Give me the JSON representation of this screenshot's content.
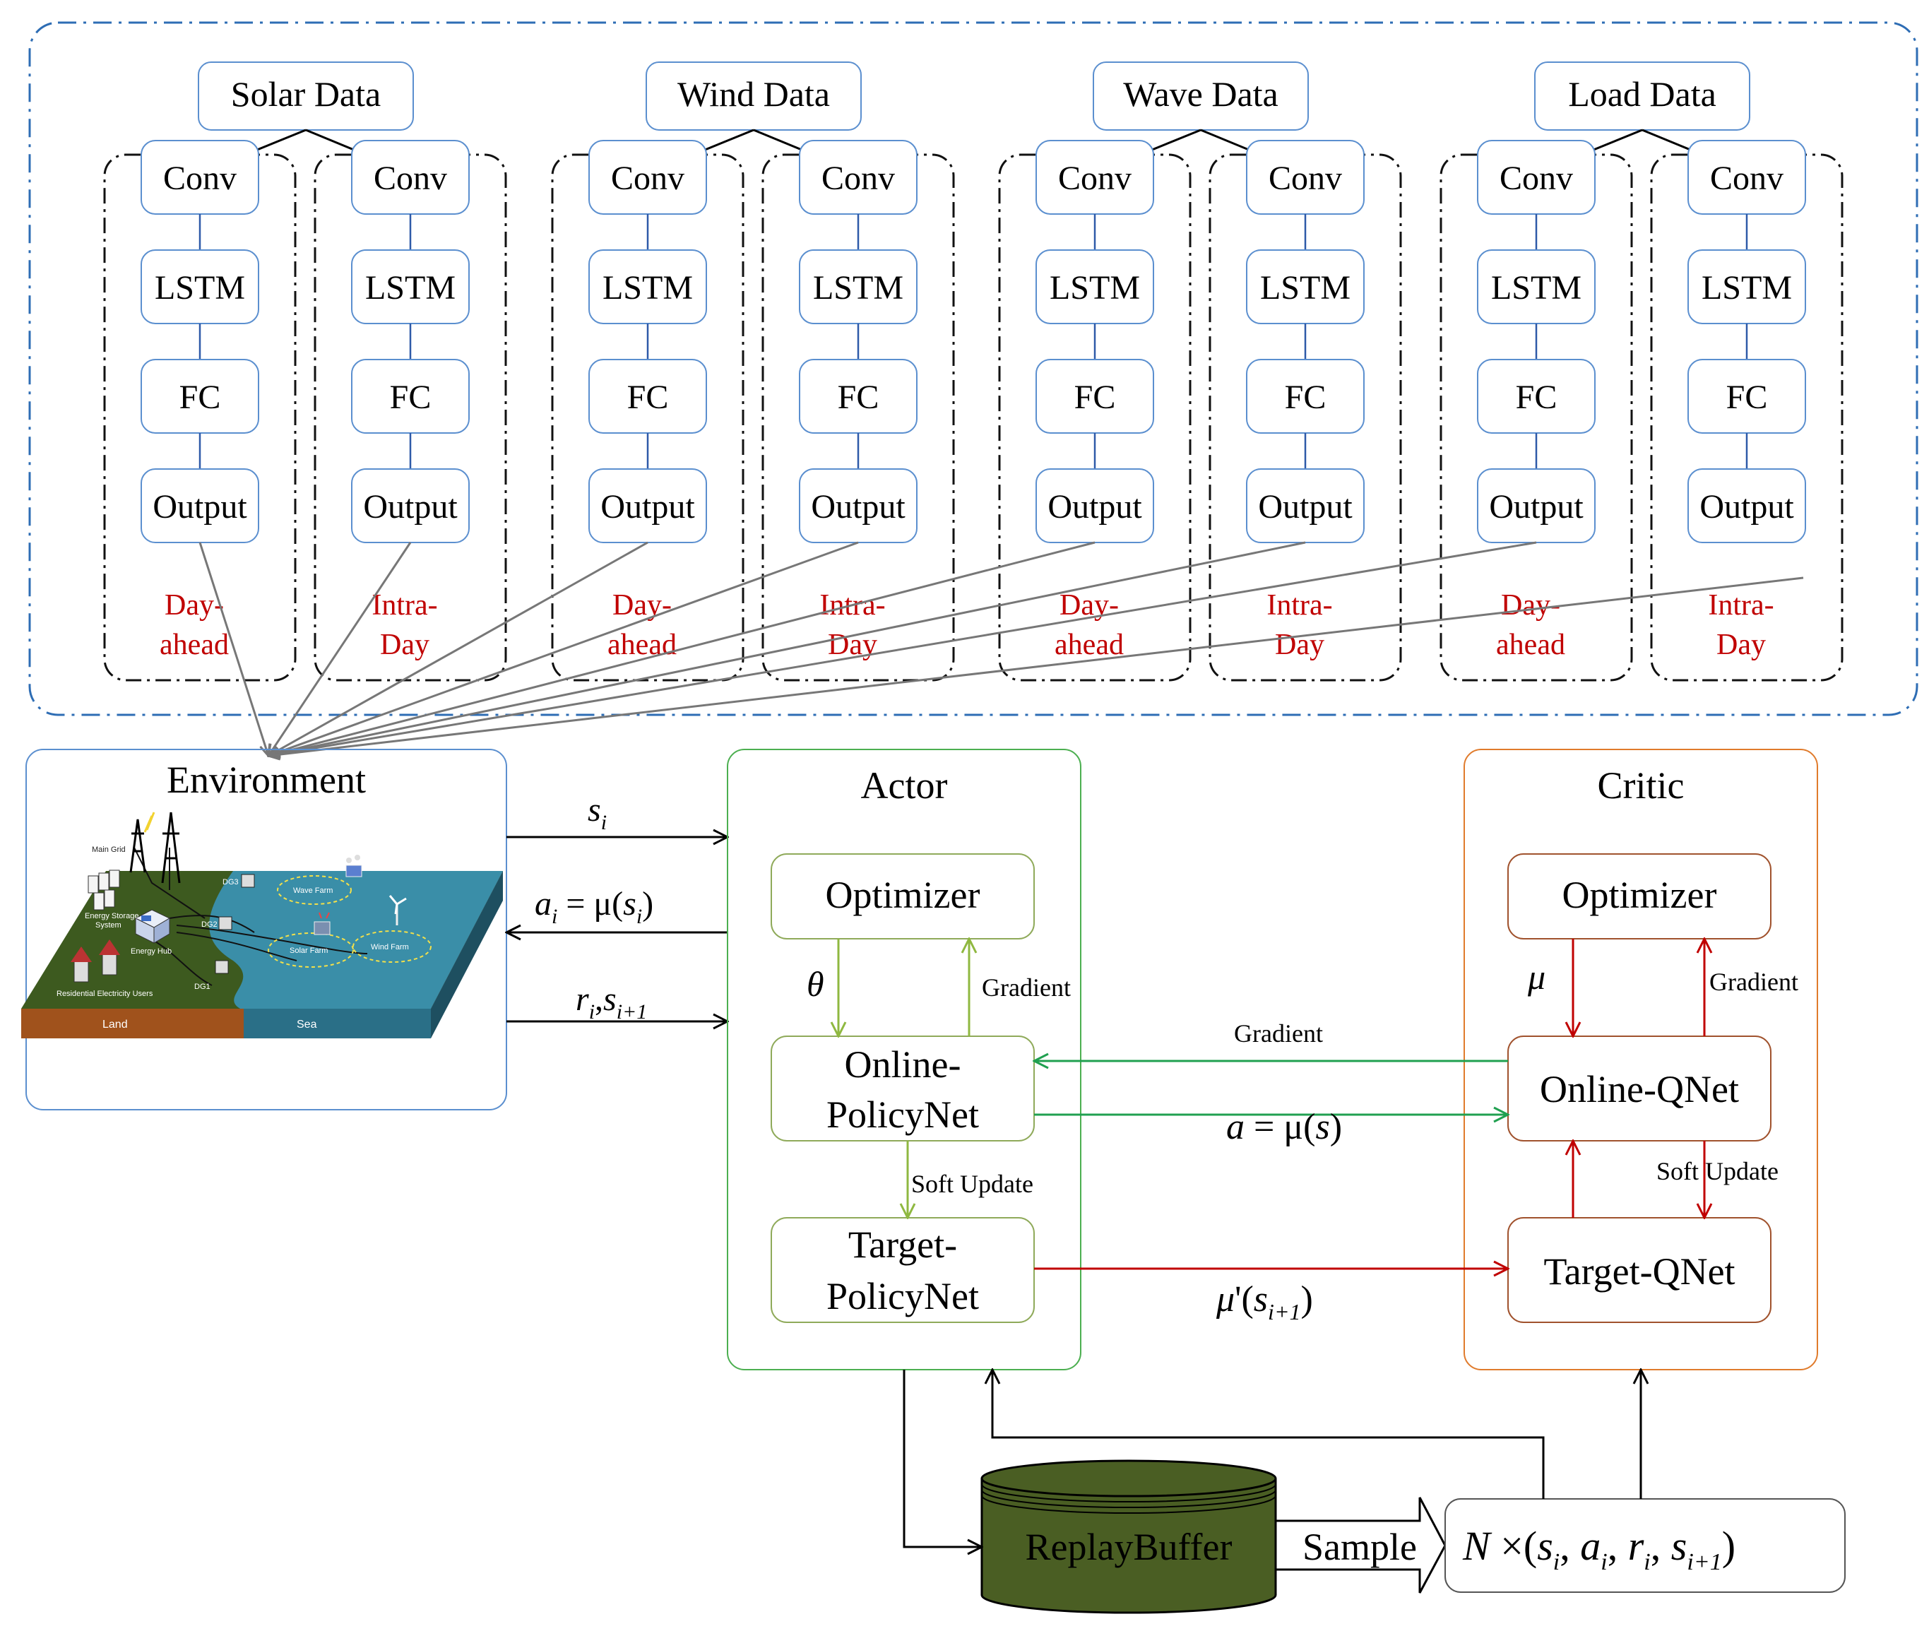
{
  "colors": {
    "frame_blue": "#2e6db4",
    "box_blue": "#5b8fcf",
    "label_red": "#c00000",
    "actor_green": "#4caf50",
    "actor_box": "#8faa5a",
    "critic_orange": "#e07b2c",
    "critic_box": "#a0522d",
    "flow_red": "#c00000",
    "flow_green": "#20a050",
    "arrow_olive": "#8fb840",
    "buffer_fill": "#4a5e23",
    "land": "#a0521c",
    "sea": "#2a6f87",
    "sea_top": "#3a8ea8",
    "grass": "#3d5a1f"
  },
  "forecast": {
    "sources": [
      "Solar Data",
      "Wind Data",
      "Wave Data",
      "Load Data"
    ],
    "layers": [
      "Conv",
      "LSTM",
      "FC",
      "Output"
    ],
    "horizons": [
      [
        "Day-",
        "ahead"
      ],
      [
        "Intra-",
        "Day"
      ]
    ]
  },
  "environment": {
    "title": "Environment",
    "map_labels": {
      "main_grid": "Main Grid",
      "dg3": "DG3",
      "dg2": "DG2",
      "dg1": "DG1",
      "energy_storage": [
        "Energy Storage",
        "System"
      ],
      "energy_hub": "Energy Hub",
      "residential": "Residential Electricity Users",
      "wave_farm": "Wave Farm",
      "solar_farm": "Solar Farm",
      "wind_farm": "Wind Farm",
      "land": "Land",
      "sea": "Sea"
    }
  },
  "signals": {
    "state": {
      "main": "s",
      "sub": "i"
    },
    "action": {
      "a": "a",
      "a_sub": "i",
      "eq": " = μ(",
      "s": "s",
      "s_sub": "i",
      "close": ")"
    },
    "reward": {
      "r": "r",
      "r_sub": "i",
      "comma": ",",
      "s": "s",
      "s_sub": "i+1"
    }
  },
  "actor": {
    "title": "Actor",
    "optimizer": "Optimizer",
    "online": [
      "Online-",
      "PolicyNet"
    ],
    "target": [
      "Target-",
      "PolicyNet"
    ],
    "theta": "θ",
    "gradient": "Gradient",
    "soft_update": "Soft Update"
  },
  "critic": {
    "title": "Critic",
    "optimizer": "Optimizer",
    "online": "Online-QNet",
    "target": "Target-QNet",
    "mu": "μ",
    "gradient": "Gradient",
    "soft_update": "Soft Update"
  },
  "links": {
    "gradient": "Gradient",
    "action_eq": {
      "a": "a",
      "eq": " = μ(",
      "s": "s",
      "close": ")"
    },
    "target_eq": {
      "mu": "μ",
      "prime": "'(",
      "s": "s",
      "s_sub": "i+1",
      "close": ")"
    }
  },
  "buffer": {
    "label": "ReplayBuffer",
    "sample": "Sample",
    "batch": {
      "n": "N",
      "times": " ×(",
      "s": "s",
      "s_sub": "i",
      "sep1": ", ",
      "a": "a",
      "a_sub": "i",
      "sep2": ", ",
      "r": "r",
      "r_sub": "i",
      "sep3": ", ",
      "s2": "s",
      "s2_sub": "i+1",
      "close": ")"
    }
  }
}
